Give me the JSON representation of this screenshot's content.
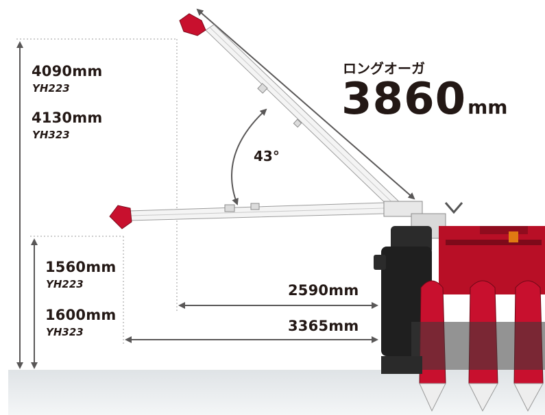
{
  "max_discharge_height": {
    "yh223_value": "4090mm",
    "yh223_model": "YH223",
    "yh323_value": "4130mm",
    "yh323_model": "YH323"
  },
  "min_discharge_height": {
    "yh223_value": "1560mm",
    "yh223_model": "YH223",
    "yh323_value": "1600mm",
    "yh323_model": "YH323"
  },
  "swing_angle": "43°",
  "reach_short": "2590mm",
  "reach_long": "3365mm",
  "auger": {
    "heading": "ロングオーガ",
    "length_value": "3860",
    "length_unit": "mm"
  },
  "colors": {
    "text": "#231815",
    "arrow": "#595757",
    "machine_red": "#c8102e",
    "ground": "#e3e6e8"
  }
}
